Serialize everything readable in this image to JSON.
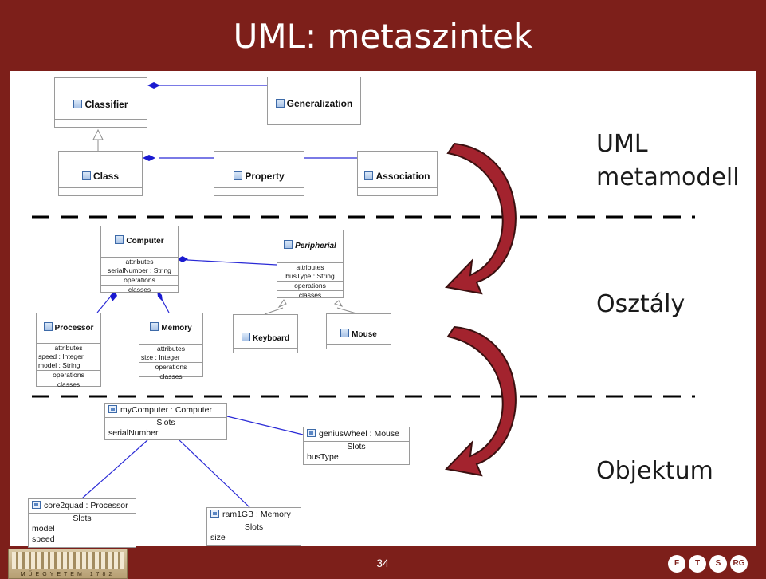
{
  "slide": {
    "title": "UML: metaszintek",
    "page_number": "34",
    "logo_caption": "MŰEGYETEM 1782",
    "ftsrg_letters": [
      "F",
      "T",
      "S",
      "RG"
    ]
  },
  "levels": {
    "metamodel": "UML\nmetamodell",
    "class": "Osztály",
    "object": "Objektum"
  },
  "metamodel_diagram": {
    "classifier": "Classifier",
    "generalization": "Generalization",
    "class": "Class",
    "property": "Property",
    "association": "Association"
  },
  "class_diagram": {
    "computer": {
      "name": "Computer",
      "attributes_label": "attributes",
      "attributes": [
        "serialNumber : String"
      ],
      "operations_label": "operations",
      "classes_label": "classes"
    },
    "peripherial": {
      "name": "Peripherial",
      "attributes_label": "attributes",
      "attributes": [
        "busType : String"
      ],
      "operations_label": "operations",
      "classes_label": "classes"
    },
    "processor": {
      "name": "Processor",
      "attributes_label": "attributes",
      "attributes": [
        "speed : Integer",
        "model : String"
      ],
      "operations_label": "operations",
      "classes_label": "classes"
    },
    "memory": {
      "name": "Memory",
      "attributes_label": "attributes",
      "attributes": [
        "size : Integer"
      ],
      "operations_label": "operations",
      "classes_label": "classes"
    },
    "keyboard": {
      "name": "Keyboard"
    },
    "mouse": {
      "name": "Mouse"
    }
  },
  "object_diagram": {
    "my_computer": {
      "name": "myComputer : Computer",
      "slots_label": "Slots",
      "slots": [
        "serialNumber"
      ]
    },
    "genius_wheel": {
      "name": "geniusWheel : Mouse",
      "slots_label": "Slots",
      "slots": [
        "busType"
      ]
    },
    "core2quad": {
      "name": "core2quad : Processor",
      "slots_label": "Slots",
      "slots": [
        "model",
        "speed"
      ]
    },
    "ram1gb": {
      "name": "ram1GB : Memory",
      "slots_label": "Slots",
      "slots": [
        "size"
      ]
    }
  },
  "colors": {
    "frame": "#7d1f1a",
    "connector": "#2a2ad6",
    "arrow": "#a3232e",
    "separator": "#000000"
  }
}
